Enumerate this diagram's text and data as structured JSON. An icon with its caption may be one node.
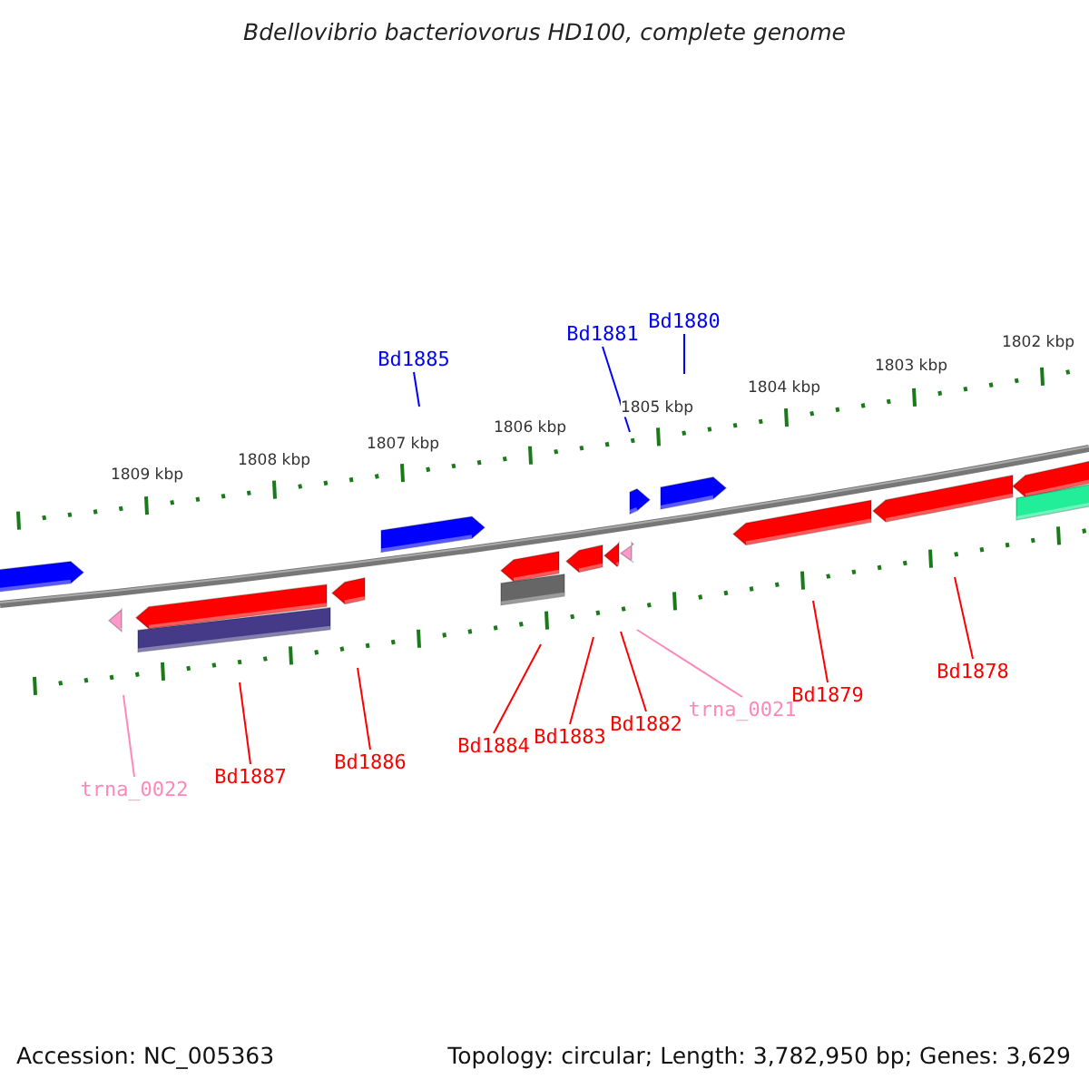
{
  "diagram": {
    "title": "Bdellovibrio bacteriovorus HD100, complete genome",
    "nodes": [
      {
        "text": [
          "Bd1885"
        ]
      },
      {
        "text": [
          "Bd1881"
        ]
      },
      {
        "text": [
          "Bd1880"
        ]
      },
      {
        "text": [
          "trna_0022"
        ]
      },
      {
        "text": [
          "Bd1887"
        ]
      },
      {
        "text": [
          "Bd1886"
        ]
      },
      {
        "text": [
          "Bd1884"
        ]
      },
      {
        "text": [
          "Bd1883"
        ]
      },
      {
        "text": [
          "Bd1882"
        ]
      },
      {
        "text": [
          "trna_0021"
        ]
      },
      {
        "text": [
          "Bd1879"
        ]
      },
      {
        "text": [
          "Bd1878"
        ]
      }
    ],
    "edges": [
      {
        "from": 0,
        "to": null,
        "arrow": "none",
        "color": "#0000ff"
      },
      {
        "from": 1,
        "to": null,
        "arrow": "none",
        "color": "#0000ff"
      },
      {
        "from": 2,
        "to": null,
        "arrow": "none",
        "color": "#0000ff"
      },
      {
        "from": 3,
        "to": null,
        "arrow": "none",
        "color": "#ff88bb"
      },
      {
        "from": 4,
        "to": null,
        "arrow": "none"
      },
      {
        "from": 5,
        "to": null,
        "arrow": "none"
      },
      {
        "from": 6,
        "to": null,
        "arrow": "none"
      },
      {
        "from": 7,
        "to": null,
        "arrow": "none"
      },
      {
        "from": 8,
        "to": null,
        "arrow": "none"
      },
      {
        "from": 9,
        "to": null,
        "arrow": "none",
        "color": "#ff88bb"
      },
      {
        "from": 10,
        "to": null,
        "arrow": "none"
      },
      {
        "from": 11,
        "to": null,
        "arrow": "none"
      }
    ],
    "labels": [
      "1809 kbp",
      "1808 kbp",
      "1807 kbp",
      "1806 kbp",
      "1805 kbp",
      "1804 kbp",
      "1803 kbp",
      "1802 kbp",
      "Accession: NC_005363",
      "Topology: circular; Length: 3,782,950 bp; Genes: 3,629"
    ]
  }
}
